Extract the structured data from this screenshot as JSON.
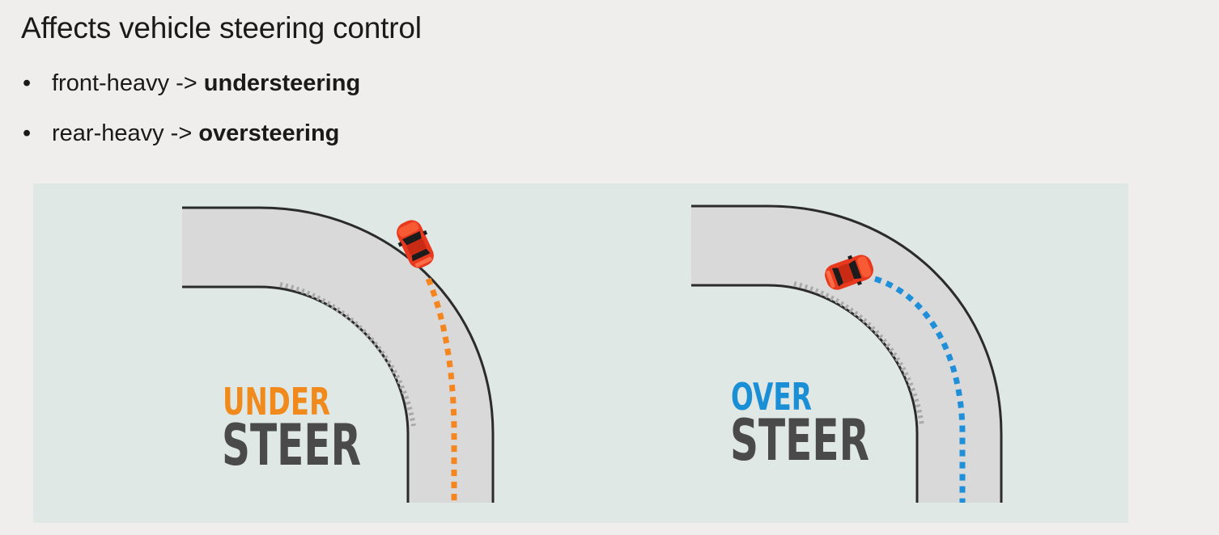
{
  "title": "Affects vehicle steering control",
  "bullets": [
    {
      "marker": "•",
      "prefix": "front-heavy -> ",
      "emphasis": "understeering"
    },
    {
      "marker": "•",
      "prefix": "rear-heavy -> ",
      "emphasis": "oversteering"
    }
  ],
  "diagrams": [
    {
      "word_top": "UNDER",
      "word_bottom": "STEER",
      "top_color": "#f08a1c",
      "path_color": "#f5851f",
      "car": "red-car-icon"
    },
    {
      "word_top": "OVER",
      "word_bottom": "STEER",
      "top_color": "#1a8fd6",
      "path_color": "#1e8fd8",
      "car": "red-car-icon"
    }
  ],
  "colors": {
    "road": "#d9d9d9",
    "road_edge": "#2b2b2b",
    "steer_text": "#4a4a4a",
    "car": "#e8391f",
    "panel": "#dfe8e5"
  }
}
